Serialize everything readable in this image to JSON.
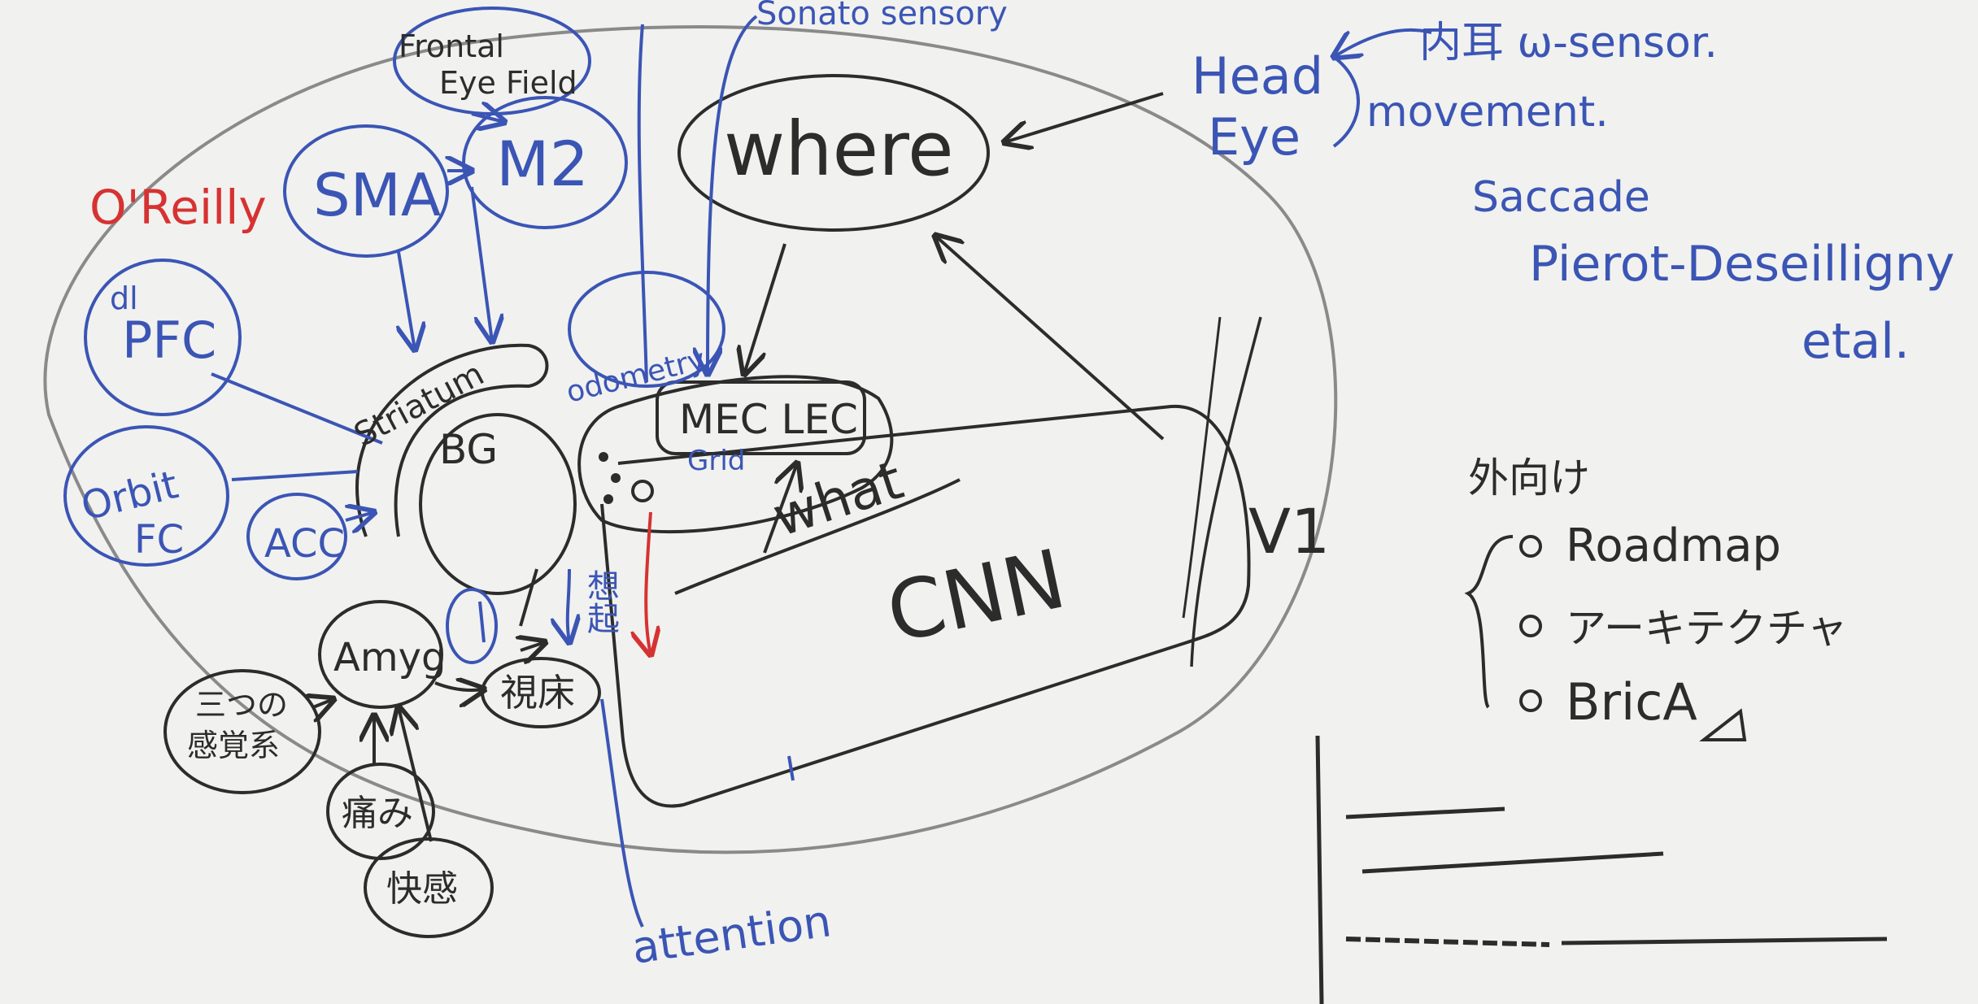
{
  "colors": {
    "board": "#f1f1ef",
    "black_ink": "#2c2c2c",
    "blue_ink": "#3b55b5",
    "red_ink": "#d63232",
    "gray_ink": "#8a8a8a"
  },
  "labels": {
    "oreilly": "O'Reilly",
    "sonato_sensory": "Sonato sensory",
    "frontal_eye_field_1": "Frontal",
    "frontal_eye_field_2": "Eye Field",
    "sma": "SMA",
    "m2": "M2",
    "where": "where",
    "pfc_prefix": "dl",
    "pfc": "PFC",
    "striatum": "Striatum",
    "odometry": "odometry",
    "orbit_fc_1": "Orbit",
    "orbit_fc_2": "FC",
    "acc": "ACC",
    "bg": "BG",
    "mec_lec": "MEC LEC",
    "grid": "Grid",
    "what": "what",
    "cnn": "CNN",
    "v1": "V1",
    "amyg": "Amyg",
    "thalamus": "視床",
    "recall": "想起",
    "sense_1": "三つの",
    "sense_2": "感覚系",
    "pain": "痛み",
    "pleasure": "快感",
    "attention": "attention"
  },
  "notes": {
    "head": "Head",
    "eye": "Eye",
    "inner_ear": "内耳 ω-sensor.",
    "movement": "movement.",
    "saccade": "Saccade",
    "author_1": "Pierot-Deseilligny",
    "author_2": "etal."
  },
  "list": {
    "heading": "外向け",
    "items": [
      "Roadmap",
      "アーキテクチャ",
      "BricA"
    ]
  }
}
